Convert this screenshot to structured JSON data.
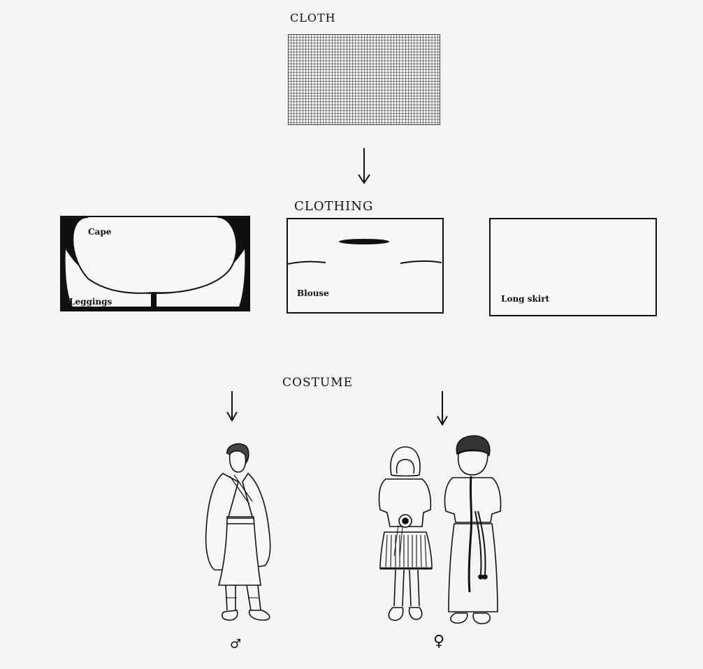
{
  "titles": {
    "cloth": "CLOTH",
    "clothing": "CLOTHING",
    "costume": "COSTUME"
  },
  "pieces": {
    "cape": "Cape",
    "leggings": "Leggings",
    "blouse": "Blouse",
    "long_skirt": "Long skirt"
  },
  "symbols": {
    "male": "♂",
    "female": "♀"
  },
  "colors": {
    "ink": "#111111",
    "paper": "#f4f4f2"
  }
}
